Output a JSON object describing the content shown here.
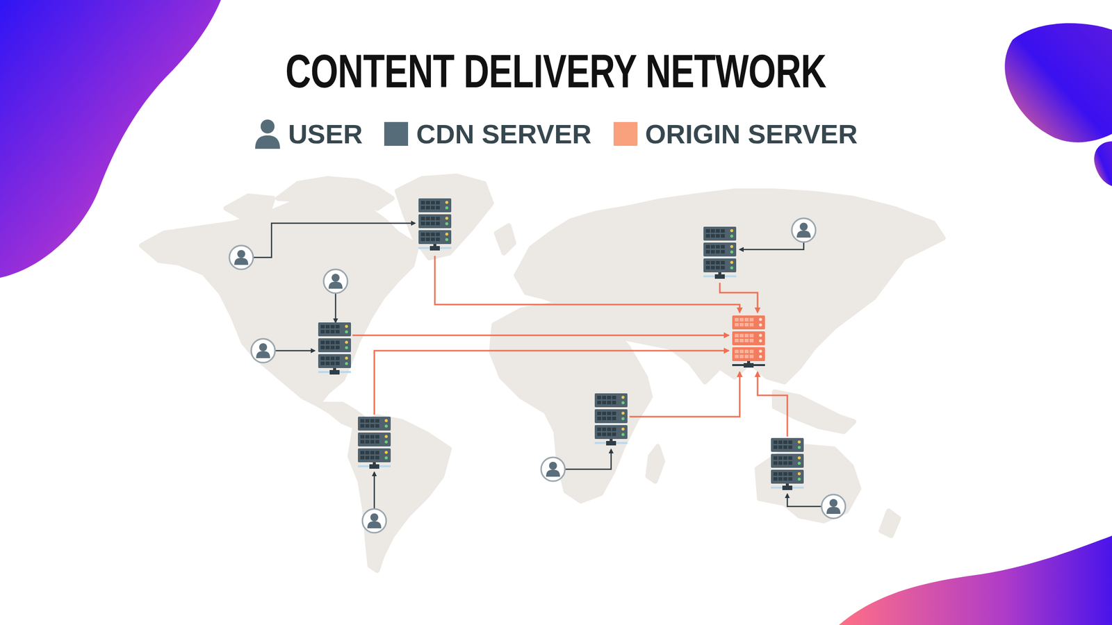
{
  "diagram": {
    "title": "CONTENT DELIVERY NETWORK",
    "legend": [
      {
        "text": "USER"
      },
      {
        "text": "CDN SERVER",
        "color": "#566d79"
      },
      {
        "text": "ORIGIN SERVER",
        "color": "#f9a07d"
      }
    ]
  }
}
